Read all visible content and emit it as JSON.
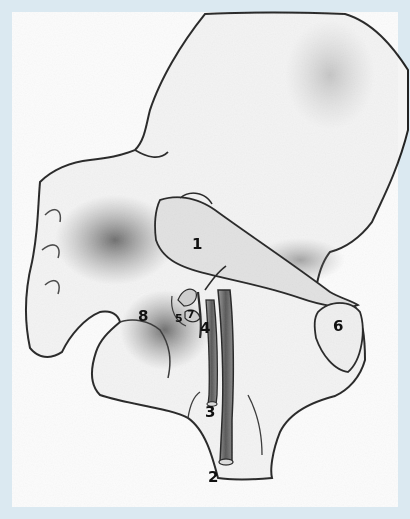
{
  "labels": {
    "l1": "1",
    "l2": "2",
    "l3": "3",
    "l4": "4",
    "l5": "5",
    "l6": "6",
    "l7": "7",
    "l8": "8"
  },
  "colors": {
    "frame": "#dbe9f1",
    "paper": "#fdfdfd",
    "outline": "#222222",
    "shade": "#8a8a8a",
    "vessel": "#6f6f6f"
  }
}
